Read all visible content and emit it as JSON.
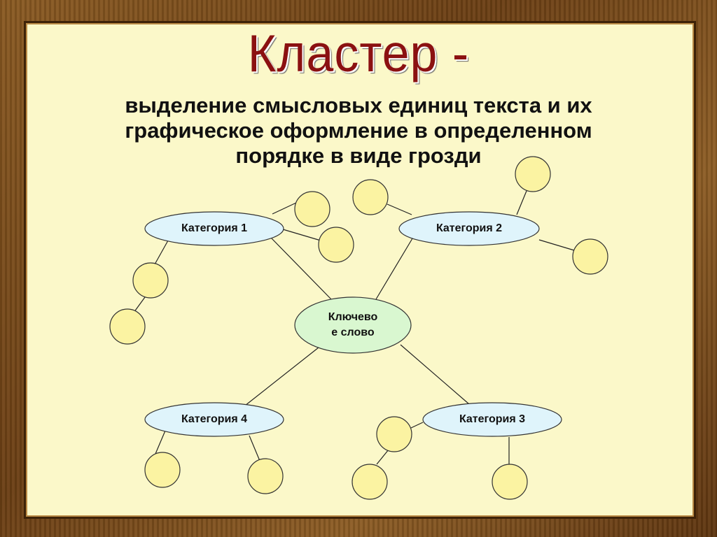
{
  "title": "Кластер -",
  "subtitle": {
    "line1": "выделение смысловых единиц текста и их",
    "line2": "графическое оформление в определенном",
    "line3": "порядке в виде грозди"
  },
  "center": {
    "label": "Ключево\nе слово",
    "color": "#d9f7d0"
  },
  "categories": [
    {
      "label": "Категория 1"
    },
    {
      "label": "Категория 2"
    },
    {
      "label": "Категория 3"
    },
    {
      "label": "Категория 4"
    }
  ],
  "colors": {
    "category_fill": "#dff4fb",
    "leaf_fill": "#fbf3a2",
    "title": "#8b1111",
    "panel": "#fbf8c9"
  }
}
